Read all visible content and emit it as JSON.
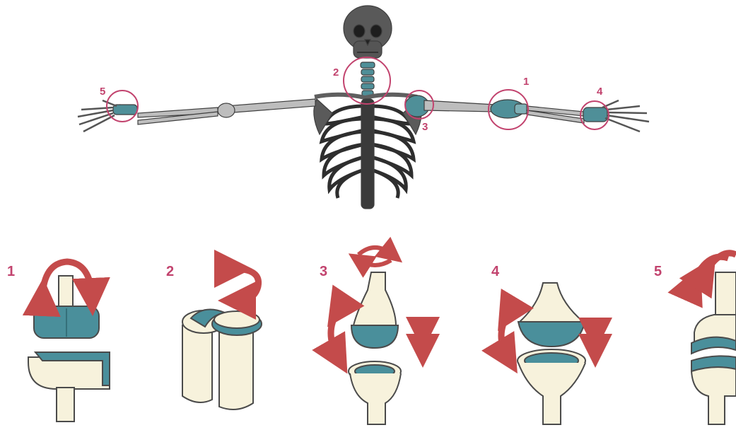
{
  "colors": {
    "accent": "#c2436e",
    "cartilage": "#4a8f9b",
    "bone": "#f7f2dc",
    "outline": "#4b4b4b",
    "arrow": "#c44b4b",
    "skeleton": "#707070"
  },
  "callouts": [
    {
      "label": "1",
      "joint": "elbow"
    },
    {
      "label": "2",
      "joint": "neck"
    },
    {
      "label": "3",
      "joint": "shoulder"
    },
    {
      "label": "4",
      "joint": "wrist"
    },
    {
      "label": "5",
      "joint": "wrist"
    }
  ],
  "joints": [
    {
      "label": "1",
      "type": "hinge"
    },
    {
      "label": "2",
      "type": "pivot"
    },
    {
      "label": "3",
      "type": "ball-and-socket"
    },
    {
      "label": "4",
      "type": "condyloid"
    },
    {
      "label": "5",
      "type": "saddle"
    }
  ]
}
